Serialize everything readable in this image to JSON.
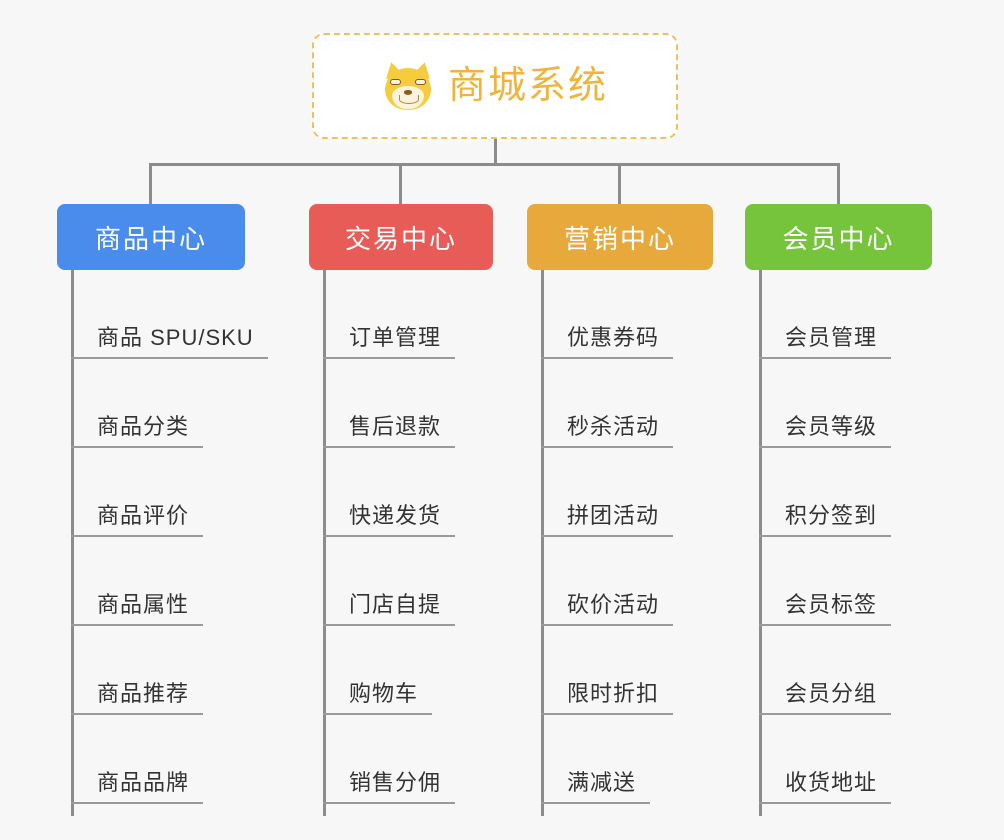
{
  "root": {
    "icon": "shiba-dog-face-icon",
    "title": "商城系统",
    "accent_color": "#f0b43c",
    "border_color": "#f0c060"
  },
  "branches": [
    {
      "id": "product-center",
      "label": "商品中心",
      "color": "#4a8cec",
      "items": [
        {
          "label": "商品 SPU/SKU"
        },
        {
          "label": "商品分类"
        },
        {
          "label": "商品评价"
        },
        {
          "label": "商品属性"
        },
        {
          "label": "商品推荐"
        },
        {
          "label": "商品品牌"
        }
      ]
    },
    {
      "id": "trade-center",
      "label": "交易中心",
      "color": "#e85c58",
      "items": [
        {
          "label": "订单管理"
        },
        {
          "label": "售后退款"
        },
        {
          "label": "快递发货"
        },
        {
          "label": "门店自提"
        },
        {
          "label": "购物车"
        },
        {
          "label": "销售分佣"
        }
      ]
    },
    {
      "id": "marketing-center",
      "label": "营销中心",
      "color": "#e8a93c",
      "items": [
        {
          "label": "优惠券码"
        },
        {
          "label": "秒杀活动"
        },
        {
          "label": "拼团活动"
        },
        {
          "label": "砍价活动"
        },
        {
          "label": "限时折扣"
        },
        {
          "label": "满减送"
        }
      ]
    },
    {
      "id": "member-center",
      "label": "会员中心",
      "color": "#76c33c",
      "items": [
        {
          "label": "会员管理"
        },
        {
          "label": "会员等级"
        },
        {
          "label": "积分签到"
        },
        {
          "label": "会员标签"
        },
        {
          "label": "会员分组"
        },
        {
          "label": "收货地址"
        }
      ]
    }
  ],
  "theme": {
    "background": "#f7f7f7",
    "connector_color": "#8c8c8c",
    "divider_color": "#9a9a9a",
    "text_color": "#333333"
  }
}
